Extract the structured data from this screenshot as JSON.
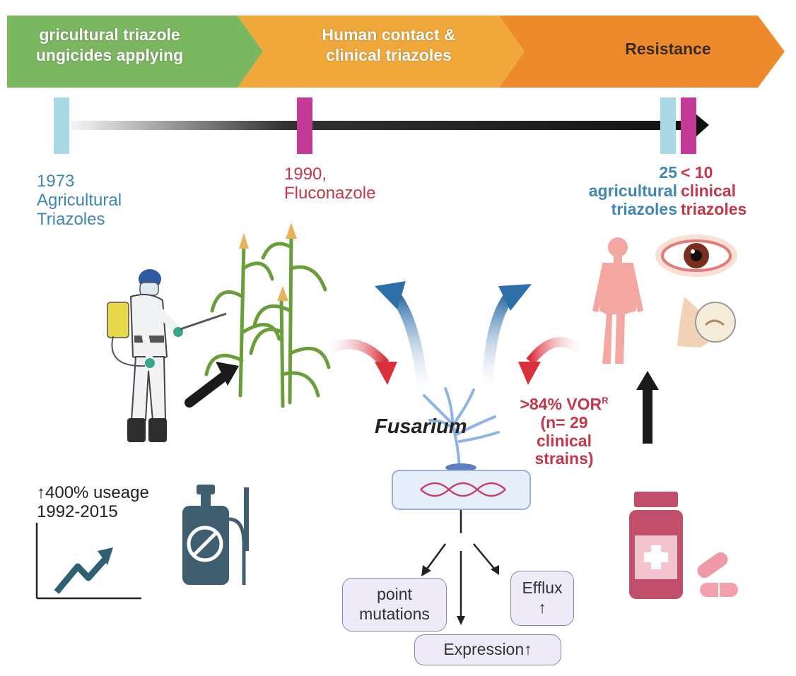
{
  "banner": {
    "stage1_line1": "gricultural triazole",
    "stage1_line2": "ungicides  applying",
    "stage2_line1": "Human contact &",
    "stage2_line2": "clinical triazoles",
    "stage3": "Resistance"
  },
  "timeline": {
    "m1973_year": "1973",
    "m1973_line1": "Agricultural",
    "m1973_line2": "Triazoles",
    "m1990_year": "1990,",
    "m1990_name": "Fluconazole",
    "agri_count": "25",
    "agri_line1": "agricultural",
    "agri_line2": "triazoles",
    "clin_count": "< 10",
    "clin_line1": "clinical",
    "clin_line2": "triazoles"
  },
  "usage": {
    "line1": "↑400% useage",
    "line2": "1992-2015"
  },
  "fungus": {
    "name": "Fusarium"
  },
  "resistance": {
    "line1": ">84% VOR",
    "line1_sup": "R",
    "line2": "(n= 29",
    "line3": "clinical",
    "line4": "strains)"
  },
  "mechanisms": {
    "point_line1": "point",
    "point_line2": "mutations",
    "efflux_line1": "Efflux",
    "efflux_line2": "↑",
    "expression": "Expression↑"
  },
  "colors": {
    "green": "#7bb661",
    "orange_light": "#f0a83a",
    "orange_dark": "#ec8a2c",
    "marker_blue": "#a8d8e3",
    "marker_magenta": "#c43b97",
    "blue_text": "#3f86b8",
    "red_text": "#c2384a"
  }
}
